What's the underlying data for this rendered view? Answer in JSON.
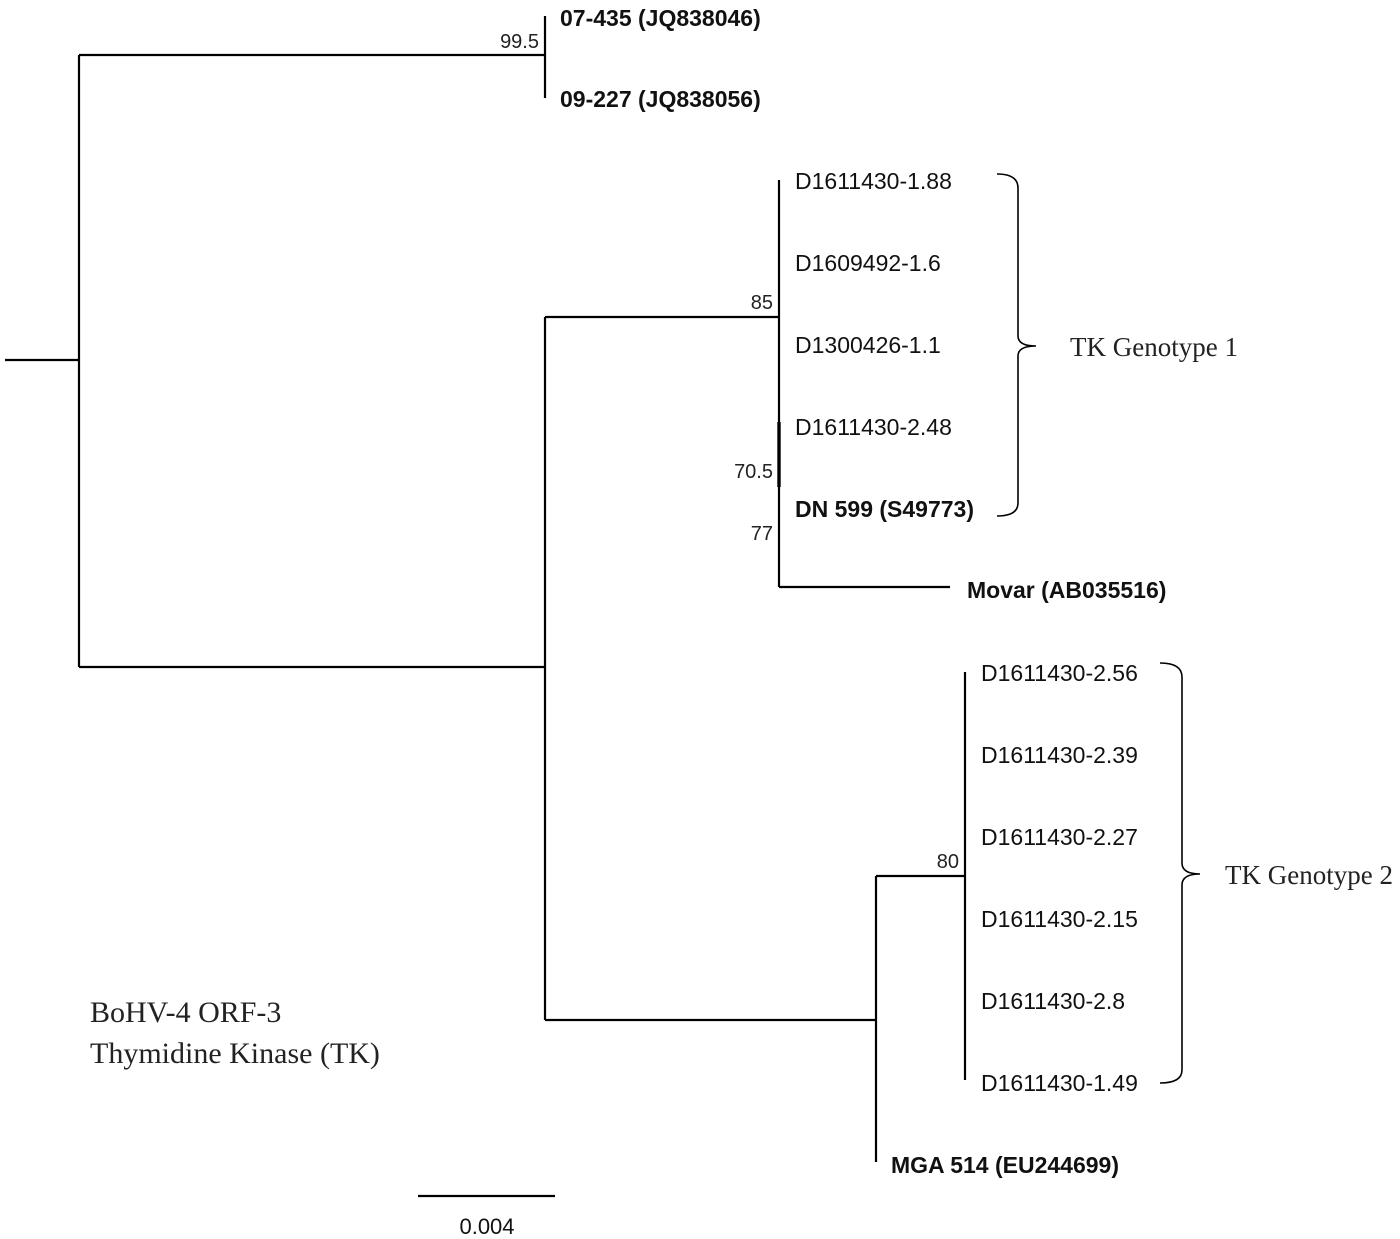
{
  "caption": {
    "line1": "BoHV-4  ORF-3",
    "line2": "Thymidine Kinase (TK)"
  },
  "taxa": {
    "t07_435": "07-435 (JQ838046)",
    "t09_227": "09-227 (JQ838056)",
    "d1611430_188": "D1611430-1.88",
    "d1609492_16": "D1609492-1.6",
    "d1300426_11": "D1300426-1.1",
    "d1611430_248": "D1611430-2.48",
    "dn599": "DN 599 (S49773)",
    "movar": "Movar (AB035516)",
    "d1611430_256": "D1611430-2.56",
    "d1611430_239": "D1611430-2.39",
    "d1611430_227": "D1611430-2.27",
    "d1611430_215": "D1611430-2.15",
    "d1611430_28": "D1611430-2.8",
    "d1611430_149": "D1611430-1.49",
    "mga514": "MGA 514 (EU244699)"
  },
  "support": {
    "s995": "99.5",
    "s85": "85",
    "s705": "70.5",
    "s77": "77",
    "s80": "80"
  },
  "groups": {
    "genotype1": "TK Genotype 1",
    "genotype2": "TK Genotype 2"
  },
  "scale_bar": {
    "value": 0.004,
    "label": "0.004"
  }
}
